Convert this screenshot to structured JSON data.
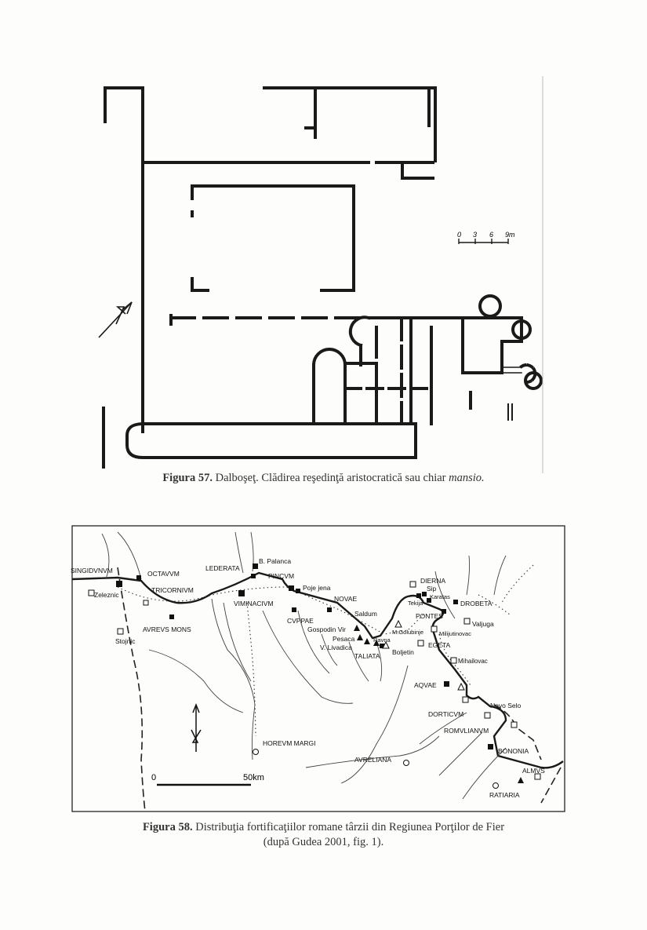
{
  "figure57": {
    "label": "Figura 57.",
    "caption_text": " Dalboşeţ. Clădirea reşedinţă aristocratică sau chiar ",
    "caption_italic": "mansio.",
    "scale_ticks": [
      "0",
      "3",
      "6",
      "9m"
    ]
  },
  "figure58": {
    "label": "Figura 58.",
    "caption_line1": " Distribuţia fortificaţiilor romane târzii din Regiunea Porţilor de Fier",
    "caption_line2": "(după Gudea 2001, fig. 1).",
    "scale": {
      "start": "0",
      "end": "50km"
    },
    "places": {
      "singidunum": "SINGIDVNVM",
      "zeleznic": "Zeleznic",
      "stojnic": "Stojnic",
      "octavum": "OCTAVVM",
      "tricornium": "TRICORNIVM",
      "aureus_mons": "AVREVS MONS",
      "lederata": "LEDERATA",
      "b_palanca": "B. Palanca",
      "pincum": "PINCVM",
      "viminacium": "VIMINACIVM",
      "pojejena": "Poje jena",
      "novae": "NOVAE",
      "cuppae": "CVPPAE",
      "saldum": "Saldum",
      "gospodin_vir": "Gospodin Vir",
      "pesaca": "Pesaca",
      "v_livadica": "V. Livadica",
      "ravna": "Ravna",
      "taliata": "TALIATA",
      "boljetin": "Boljetin",
      "dierna": "DIERNA",
      "sip": "Sip",
      "tekija": "Tekija",
      "karatas": "Karatas",
      "drobeta": "DROBETA",
      "pontes": "PONTES",
      "m_golubinje": "M.Golubinje",
      "valjuga": "Valjuga",
      "milijutinovac": "Milijutinovac",
      "egeta": "EGETA",
      "mihailovac": "Mihailovac",
      "aquae": "AQVAE",
      "dorticum": "DORTICVM",
      "novo_selo": "Novo Selo",
      "romulianum": "ROMVLIANVM",
      "bononia": "BONONIA",
      "horeum_margi": "HOREVM MARGI",
      "aureliana": "AVRELIANA",
      "almus": "ALMVS",
      "ratiaria": "RATIARIA"
    }
  }
}
